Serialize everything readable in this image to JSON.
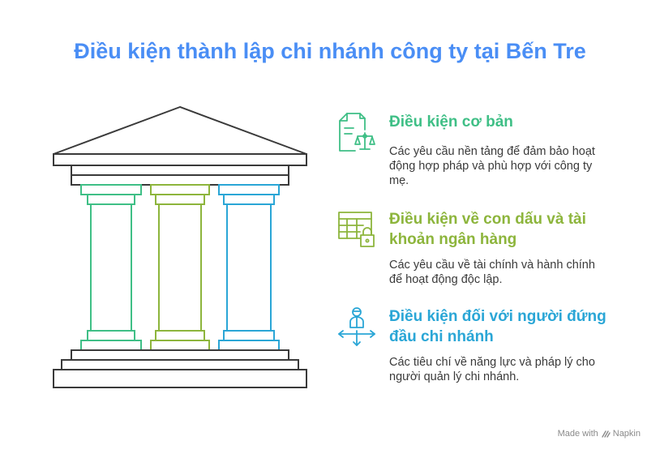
{
  "title": "Điều kiện thành lập chi nhánh công ty tại Bến Tre",
  "colors": {
    "title": "#4a8ef5",
    "green": "#3fbf86",
    "olive": "#8db53c",
    "blue": "#2aa6d6",
    "outline": "#3a3a3a"
  },
  "items": [
    {
      "heading": "Điều kiện cơ bản",
      "description": "Các yêu cầu nền tảng để đảm bảo hoạt động hợp pháp và phù hợp với công ty mẹ.",
      "icon": "legal-document-scale-icon"
    },
    {
      "heading": "Điều kiện về con dấu và tài khoản ngân hàng",
      "description": "Các yêu cầu về tài chính và hành chính để hoạt động độc lập.",
      "icon": "locked-table-icon"
    },
    {
      "heading": "Điều kiện đối với người đứng đầu chi nhánh",
      "description": "Các tiêu chí về năng lực và pháp lý cho người quản lý chi nhánh.",
      "icon": "person-arrows-icon"
    }
  ],
  "footer": {
    "made_with": "Made with",
    "brand": "Napkin"
  }
}
